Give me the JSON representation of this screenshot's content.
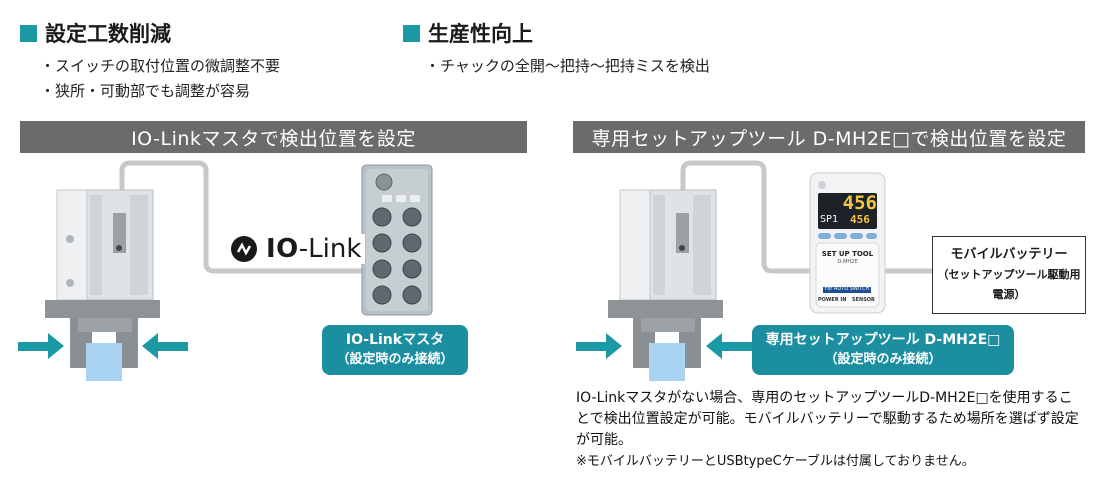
{
  "left_section": {
    "title": "設定工数削減",
    "bullets": [
      "・スイッチの取付位置の微調整不要",
      "・狭所・可動部でも調整が容易"
    ],
    "bar_title": "IO-Linkマスタで検出位置を設定",
    "iolink_logo_text_bold": "IO",
    "iolink_logo_text": "-Link",
    "callout_line1": "IO-Linkマスタ",
    "callout_line2": "（設定時のみ接続）"
  },
  "right_section": {
    "title": "生産性向上",
    "bullets": [
      "・チャックの全開～把持～把持ミスを検出"
    ],
    "bar_title": "専用セットアップツール D-MH2E□で検出位置を設定",
    "battery_line1": "モバイルバッテリー",
    "battery_line2": "（セットアップツール駆動用電源）",
    "callout_line1": "専用セットアップツール D-MH2E□",
    "callout_line2": "（設定時のみ接続）",
    "description": "IO-Linkマスタがない場合、専用のセットアップツールD-MH2E□を使用することで検出位置設定が可能。モバイルバッテリーで駆動するため場所を選ばず設定が可能。",
    "note": "※モバイルバッテリーとUSBtypeCケーブルは付属しておりません。"
  },
  "device": {
    "display_main": "456",
    "display_sub_label": "SP1",
    "display_sub_value": "456",
    "tool_label": "SET UP TOOL",
    "tool_model": "D-MH2E",
    "tool_sublabel": "For AUTO SWITCH",
    "power_label": "POWER IN",
    "sensor_label": "SENSOR"
  },
  "colors": {
    "accent": "#1b9aa6",
    "bar": "#6b6b6b",
    "callout": "#1b8ea0",
    "arrow": "#1b9aa6",
    "workpiece": "#a9d3f2"
  }
}
